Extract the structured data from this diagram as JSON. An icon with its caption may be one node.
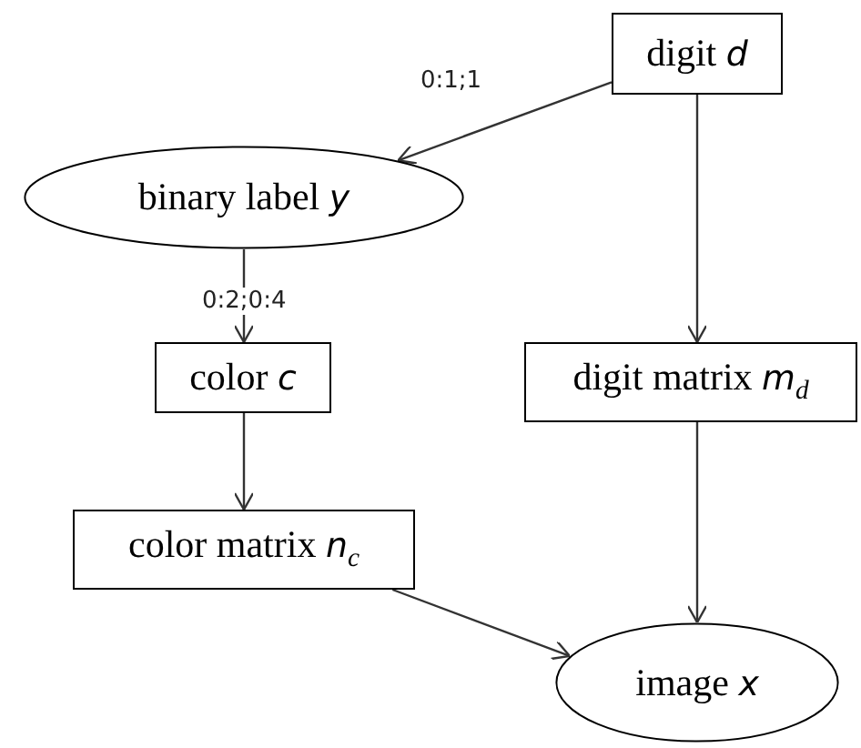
{
  "diagram": {
    "nodes": [
      {
        "text": [
          "digit *d*"
        ]
      },
      {
        "text": [
          "binary label *y*"
        ]
      },
      {
        "text": [
          "color *c*"
        ]
      },
      {
        "text": [
          "digit matrix *m*$_{d}$"
        ]
      },
      {
        "text": [
          "color matrix *n*$_{c}$"
        ]
      },
      {
        "text": [
          "image *x*"
        ]
      }
    ],
    "edges": [
      {
        "from": 0,
        "to": 1,
        "arrow": "to",
        "label": "0:1;1"
      },
      {
        "from": 1,
        "to": 2,
        "arrow": "to",
        "label": "0:2;0:4"
      },
      {
        "from": 0,
        "to": 3,
        "arrow": "to"
      },
      {
        "from": 2,
        "to": 4,
        "arrow": "to"
      },
      {
        "from": 4,
        "to": 5,
        "arrow": "to"
      },
      {
        "from": 3,
        "to": 5,
        "arrow": "to"
      }
    ]
  }
}
